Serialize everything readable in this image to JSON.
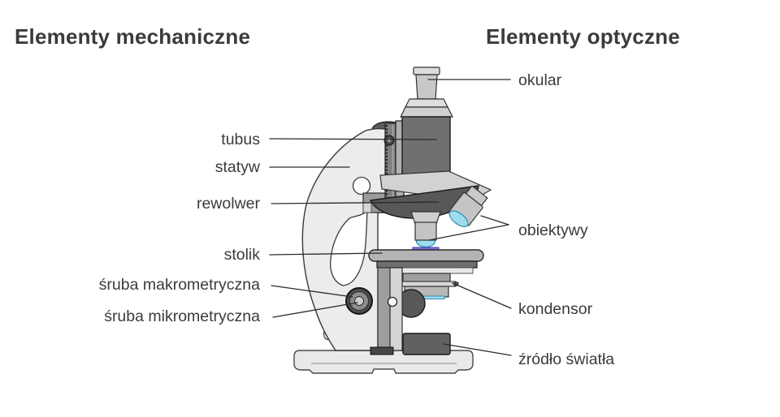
{
  "headings": {
    "left": "Elementy mechaniczne",
    "right": "Elementy optyczne"
  },
  "labels": {
    "okular": "okular",
    "tubus": "tubus",
    "statyw": "statyw",
    "rewolwer": "rewolwer",
    "stolik": "stolik",
    "sruba_makrometryczna": "śruba makrometryczna",
    "sruba_mikrometryczna": "śruba mikrometryczna",
    "obiektywy": "obiektywy",
    "kondensor": "kondensor",
    "zrodlo_swiatla": "źródło światła"
  },
  "diagram": {
    "subject": "side view of an optical microscope with labelled parts",
    "mechanical_parts": [
      "tubus",
      "statyw",
      "rewolwer",
      "stolik",
      "śruba makrometryczna",
      "śruba mikrometryczna"
    ],
    "optical_parts": [
      "okular",
      "obiektywy",
      "kondensor",
      "źródło światła"
    ],
    "colors": {
      "background": "#ffffff",
      "text": "#3b3b3b",
      "leader_line": "#2b2b2b",
      "body_light_gray": "#ececec",
      "metal_mid_gray": "#b4b4b4",
      "metal_dark_gray": "#707070",
      "dome_dark_gray": "#585858",
      "lens_cyan": "#9ddcec",
      "slide_violet": "#7b74d8"
    }
  }
}
